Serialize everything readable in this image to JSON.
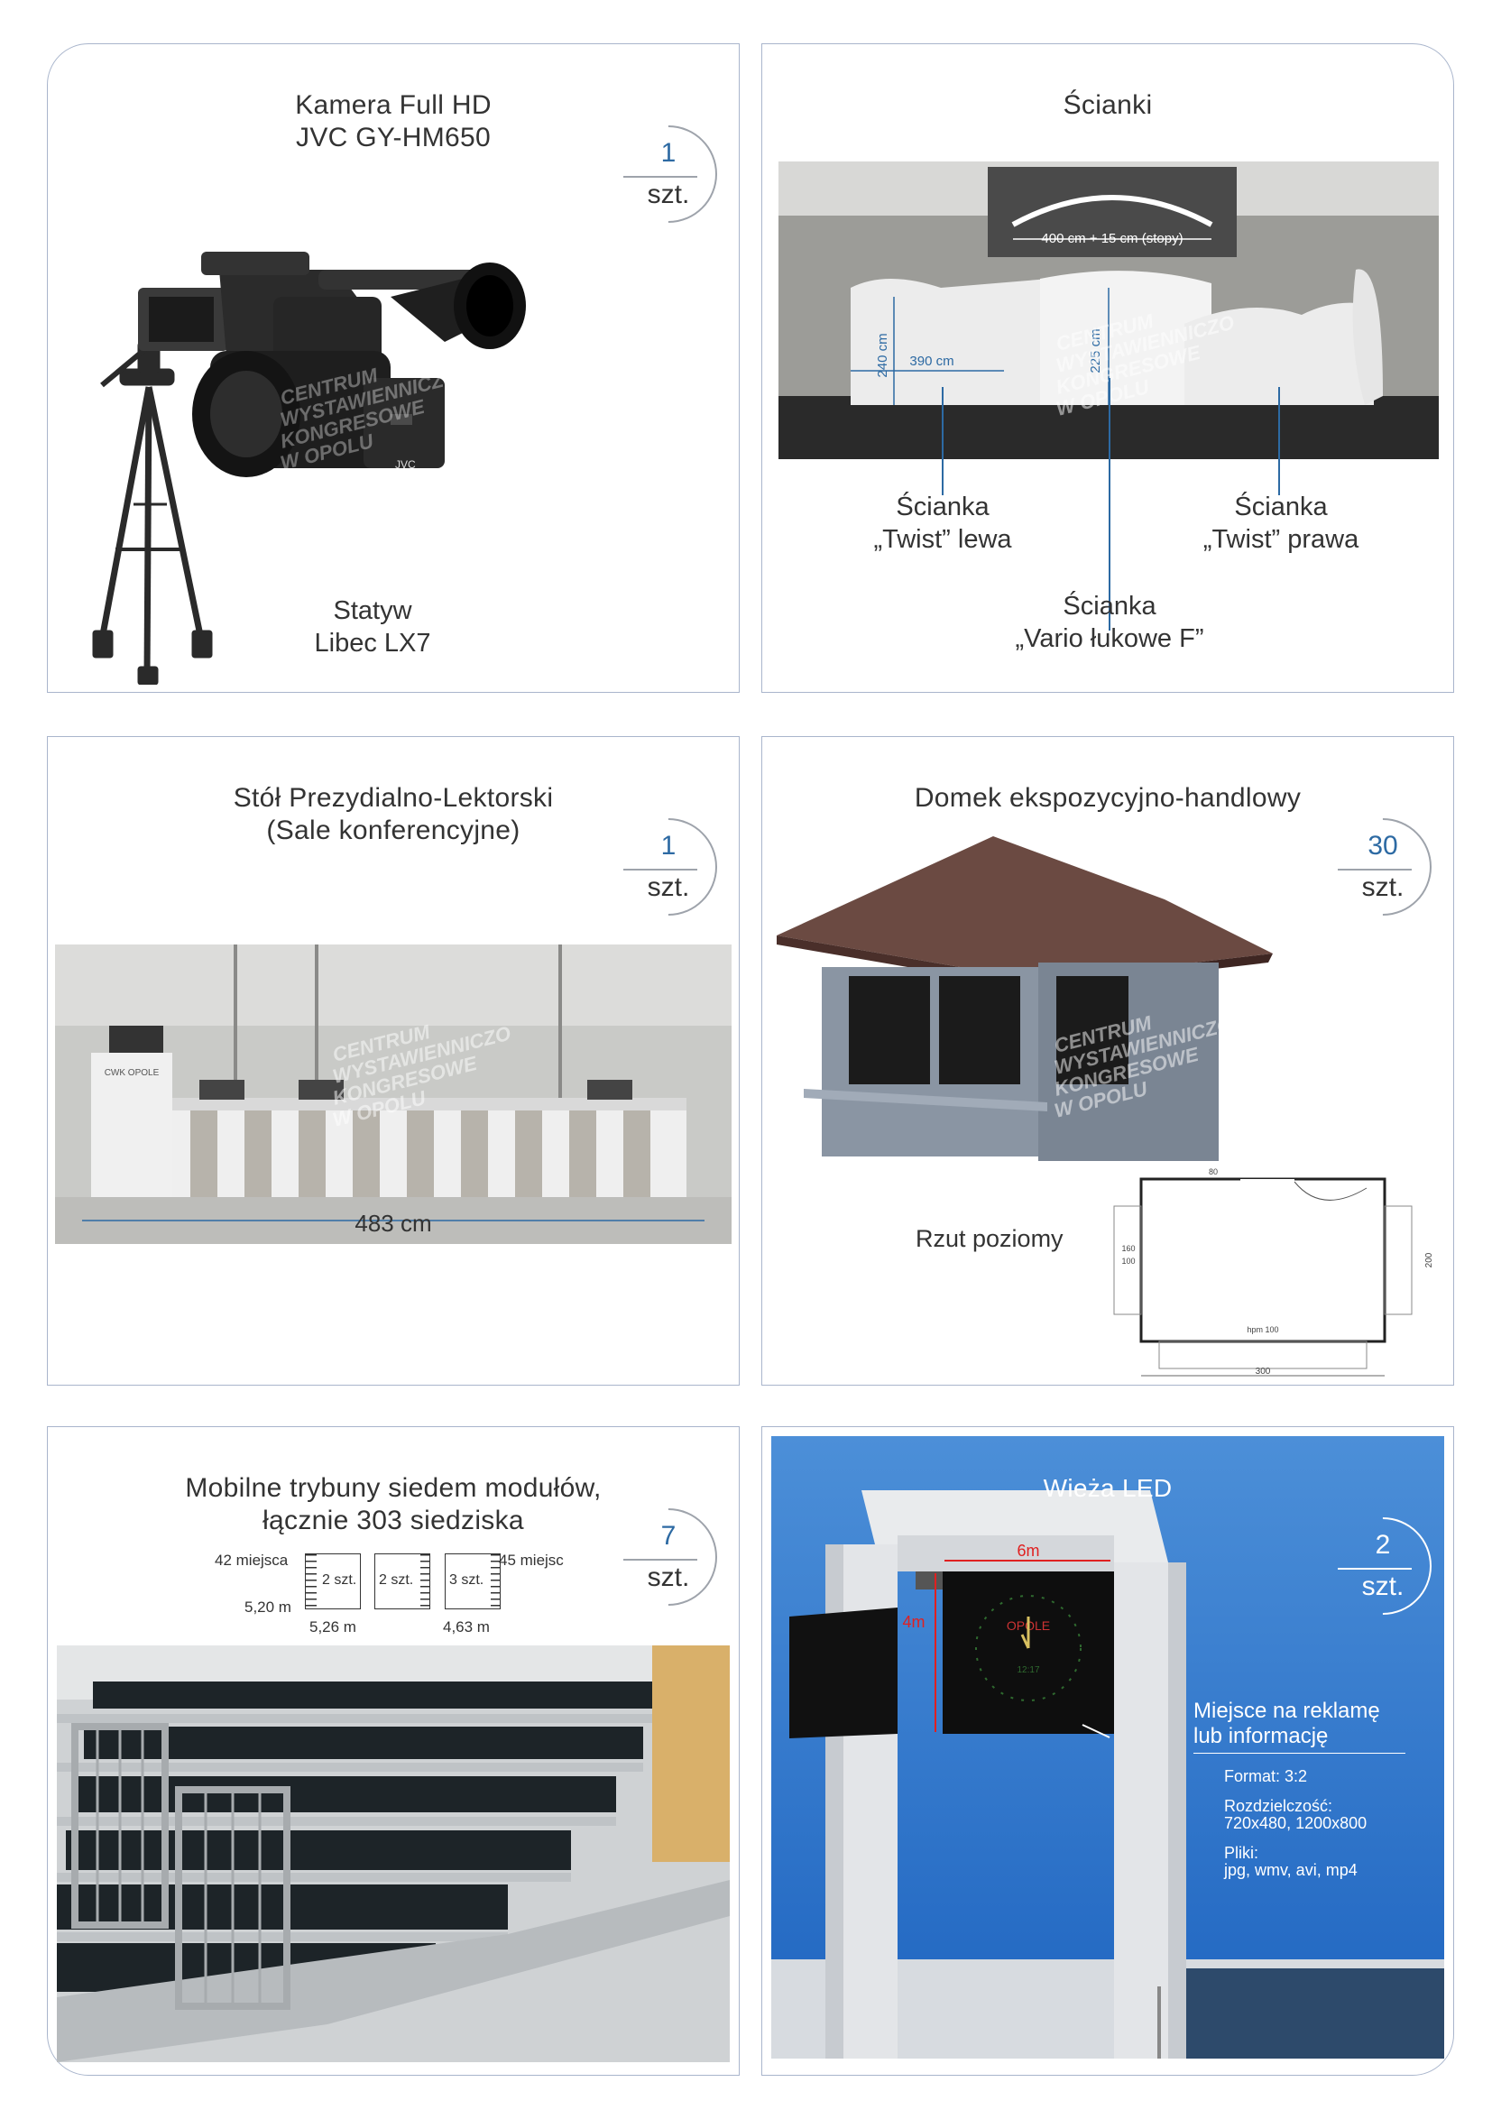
{
  "cards": [
    {
      "title_lines": [
        "Kamera Full HD",
        "JVC GY-HM650"
      ],
      "quantity": "1",
      "unit": "szt.",
      "labels": {
        "tripod_line1": "Statyw",
        "tripod_line2": "Libec LX7"
      },
      "watermark": [
        "CENTRUM",
        "WYSTAWIENNICZO",
        "KONGRESOWE",
        "W OPOLU"
      ]
    },
    {
      "title_lines": [
        "Ścianki"
      ],
      "dimensions": {
        "width_top": "400 cm + 15 cm (stopy)",
        "height_left": "240 cm",
        "width_left": "390 cm",
        "height_center": "225 cm"
      },
      "labels": [
        {
          "line1": "Ścianka",
          "line2": "„Twist” lewa"
        },
        {
          "line1": "Ścianka",
          "line2": "„Twist” prawa"
        },
        {
          "line1": "Ścianka",
          "line2": "„Vario łukowe F”"
        }
      ],
      "watermark": [
        "CENTRUM",
        "WYSTAWIENNICZO",
        "KONGRESOWE",
        "W OPOLU"
      ]
    },
    {
      "title_lines": [
        "Stół Prezydialno-Lektorski",
        "(Sale konferencyjne)"
      ],
      "quantity": "1",
      "unit": "szt.",
      "dimension": "483 cm",
      "podium_text": "CWK OPOLE",
      "watermark": [
        "CENTRUM",
        "WYSTAWIENNICZO",
        "KONGRESOWE",
        "W OPOLU"
      ]
    },
    {
      "title_lines": [
        "Domek ekspozycyjno-handlowy"
      ],
      "quantity": "30",
      "unit": "szt.",
      "plan_label": "Rzut poziomy",
      "plan_dims": {
        "bottom": "300",
        "right": "200",
        "door": "80",
        "hpm": "hpm 100",
        "left_a": "160",
        "left_b": "100"
      },
      "watermark": [
        "CENTRUM",
        "WYSTAWIENNICZO",
        "KONGRESOWE",
        "W OPOLU"
      ]
    },
    {
      "title_lines": [
        "Mobilne trybuny siedem modułów,",
        "łącznie 303 siedziska"
      ],
      "quantity": "7",
      "unit": "szt.",
      "diagram": {
        "left_seats": "42 miejsca",
        "right_seats": "45 miejsc",
        "depth": "5,20 m",
        "width_a": "5,26 m",
        "width_b": "4,63 m",
        "modules": [
          "2 szt.",
          "2 szt.",
          "3 szt."
        ]
      }
    },
    {
      "title_lines": [
        "Wieża LED"
      ],
      "quantity": "2",
      "unit": "szt.",
      "screen_dims": {
        "width": "6m",
        "height": "4m"
      },
      "ad_label_lines": [
        "Miejsce na reklamę",
        "lub informację"
      ],
      "specs": [
        {
          "label": "Format: 3:2",
          "value": ""
        },
        {
          "label": "Rozdzielczość:",
          "value": "720x480, 1200x800"
        },
        {
          "label": "Pliki:",
          "value": "jpg, wmv, avi, mp4"
        }
      ],
      "clock_text": "OPOLE",
      "clock_time": "12:17"
    }
  ],
  "colors": {
    "border": "#a9b5cc",
    "accent": "#2d6aa3",
    "text": "#333333",
    "dim_red": "#e02020"
  }
}
